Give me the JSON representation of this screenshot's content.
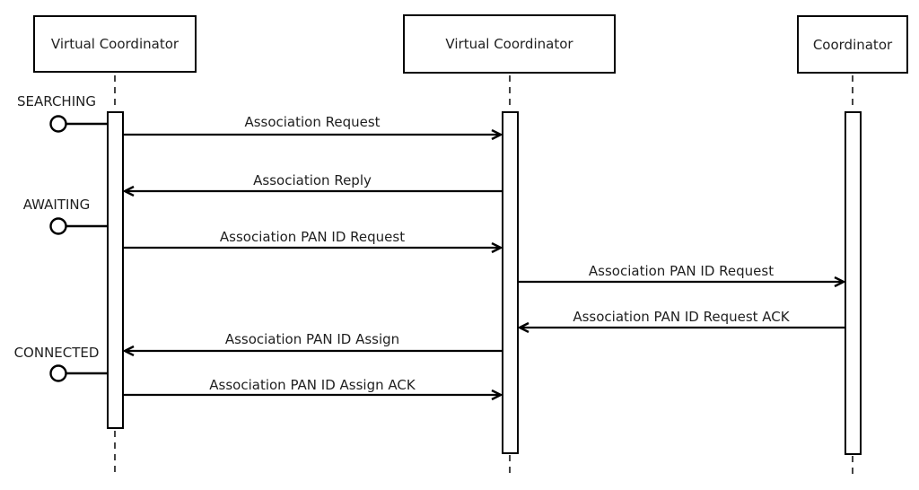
{
  "diagram": {
    "type": "sequence-diagram",
    "participants": [
      {
        "label": "Virtual Coordinator"
      },
      {
        "label": "Virtual Coordinator"
      },
      {
        "label": "Coordinator"
      }
    ],
    "states": [
      {
        "label": "SEARCHING"
      },
      {
        "label": "AWAITING"
      },
      {
        "label": "CONNECTED"
      }
    ],
    "messages": [
      {
        "label": "Association Request",
        "from": "Virtual Coordinator (left)",
        "to": "Virtual Coordinator (middle)"
      },
      {
        "label": "Association Reply",
        "from": "Virtual Coordinator (middle)",
        "to": "Virtual Coordinator (left)"
      },
      {
        "label": "Association PAN ID Request",
        "from": "Virtual Coordinator (left)",
        "to": "Virtual Coordinator (middle)"
      },
      {
        "label": "Association PAN ID Request",
        "from": "Virtual Coordinator (middle)",
        "to": "Coordinator"
      },
      {
        "label": "Association PAN ID Request ACK",
        "from": "Coordinator",
        "to": "Virtual Coordinator (middle)"
      },
      {
        "label": "Association PAN ID Assign",
        "from": "Virtual Coordinator (middle)",
        "to": "Virtual Coordinator (left)"
      },
      {
        "label": "Association PAN ID Assign ACK",
        "from": "Virtual Coordinator (left)",
        "to": "Virtual Coordinator (middle)"
      }
    ],
    "colors": {
      "line": "#000000",
      "text": "#1f1f1f",
      "lifeline_dash": "#444444",
      "background": "#ffffff"
    }
  }
}
